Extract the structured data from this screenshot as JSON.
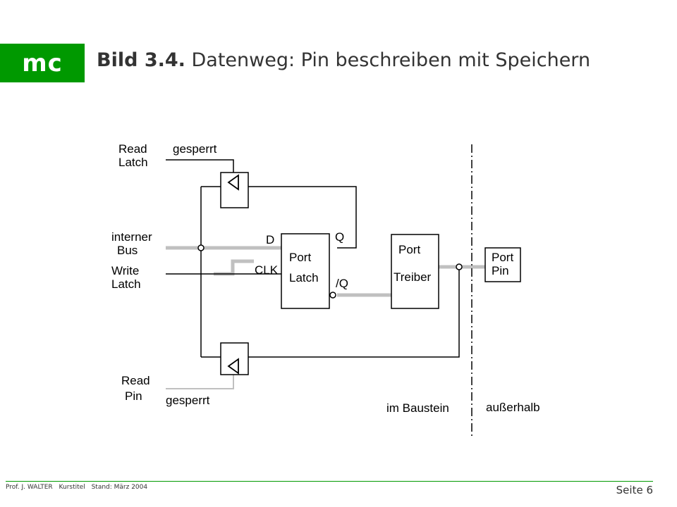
{
  "header": {
    "logo_text": "mc",
    "title_number": "Bild 3.4.",
    "title_text": "Datenweg: Pin beschreiben mit Speichern",
    "accent_color": "#009900"
  },
  "diagram": {
    "labels": {
      "read_latch_line1": "Read",
      "read_latch_line2": "Latch",
      "gesperrt_top": "gesperrt",
      "interner_line1": "interner",
      "interner_line2": "Bus",
      "write_line1": "Write",
      "write_line2": "Latch",
      "read_pin_line1": "Read",
      "read_pin_line2": "Pin",
      "gesperrt_bottom": "gesperrt",
      "latch_d": "D",
      "latch_q": "Q",
      "latch_clk": "CLK",
      "latch_nq": "/Q",
      "port_latch_line1": "Port",
      "port_latch_line2": "Latch",
      "port_treiber_line1": "Port",
      "port_treiber_line2": "Treiber",
      "port_pin_line1": "Port",
      "port_pin_line2": "Pin",
      "im_baustein": "im Baustein",
      "ausserhalb": "außerhalb"
    },
    "colors": {
      "wire": "#000000",
      "active_path": "#c0c0c0"
    }
  },
  "footer": {
    "author": "Prof. J. WALTER",
    "course": "Kurstitel",
    "date": "Stand: März 2004",
    "page": "Seite 6"
  }
}
